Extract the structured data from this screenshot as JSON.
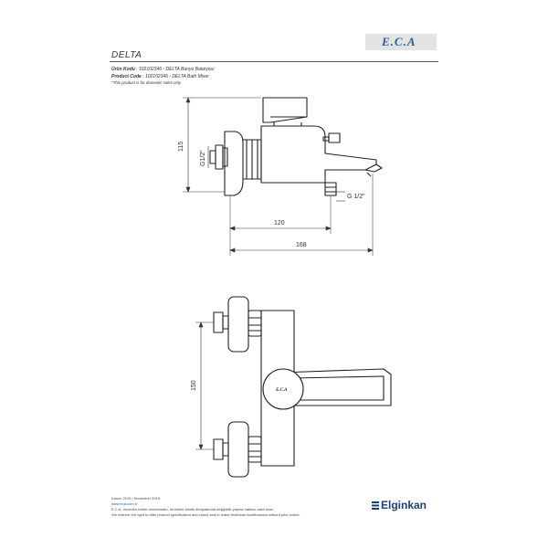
{
  "header": {
    "title": "DELTA",
    "logo_text": "E.C.A",
    "line1_label": "Ürün Kodu",
    "line1_value": ": 102102346 - DELTA Banyo Bataryası",
    "line2_label": "Product Code",
    "line2_value": ": 102102346 - DELTA Bath Mixer",
    "line3": "*This product is for domestic sales only"
  },
  "dimensions": {
    "height_115": "115",
    "thread_g12_vertical": "G1/2\"",
    "width_120": "120",
    "width_168": "168",
    "spout_thread": "G 1/2\"",
    "spacing_150": "150",
    "handle_logo": "E.C.A"
  },
  "footer": {
    "date": "Kasım 2015 | November 2015",
    "url": "www.eca.com.tr",
    "note_tr": "E.C.A. önceden haber vermeksizin, ürünlerin teknik detaylarında değişiklik yapma hakkını saklı tutar.",
    "note_en": "We reserve the right to alter product specification and colors and to make technical modifications without prior notice.",
    "brand": "Elginkan"
  },
  "colors": {
    "line": "#222222",
    "logo_blue": "#2a5aa8",
    "brand_blue": "#1d3f7a"
  }
}
